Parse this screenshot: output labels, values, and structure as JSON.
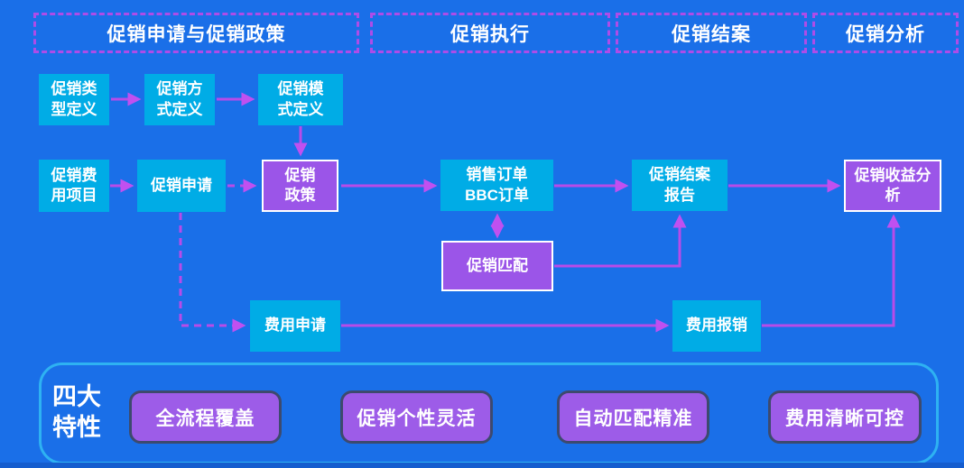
{
  "colors": {
    "background": "#1a6fe8",
    "node_cyan": "#00ace6",
    "node_purple": "#9b55e8",
    "connector": "#b84be8",
    "phase_border": "#ae4ce8",
    "feature_bar_border": "#2eb2f2",
    "feature_button": "#9d5ce8"
  },
  "phases": [
    {
      "label": "促销申请与促销政策"
    },
    {
      "label": "促销执行"
    },
    {
      "label": "促销结案"
    },
    {
      "label": "促销分析"
    }
  ],
  "nodes": {
    "promo_type": {
      "label": "促销类\n型定义"
    },
    "promo_method": {
      "label": "促销方\n式定义"
    },
    "promo_mode": {
      "label": "促销模\n式定义"
    },
    "promo_fee_item": {
      "label": "促销费\n用项目"
    },
    "promo_apply": {
      "label": "促销申请"
    },
    "promo_policy": {
      "label": "促销\n政策"
    },
    "sales_order": {
      "label": "销售订单\nBBC订单"
    },
    "promo_close_report": {
      "label": "促销结案\n报告"
    },
    "promo_profit_analysis": {
      "label": "促销收益分\n析"
    },
    "promo_match": {
      "label": "促销匹配"
    },
    "fee_apply": {
      "label": "费用申请"
    },
    "fee_reimburse": {
      "label": "费用报销"
    }
  },
  "features": {
    "title": "四大\n特性",
    "items": [
      {
        "label": "全流程覆盖"
      },
      {
        "label": "促销个性灵活"
      },
      {
        "label": "自动匹配精准"
      },
      {
        "label": "费用清晰可控"
      }
    ]
  }
}
